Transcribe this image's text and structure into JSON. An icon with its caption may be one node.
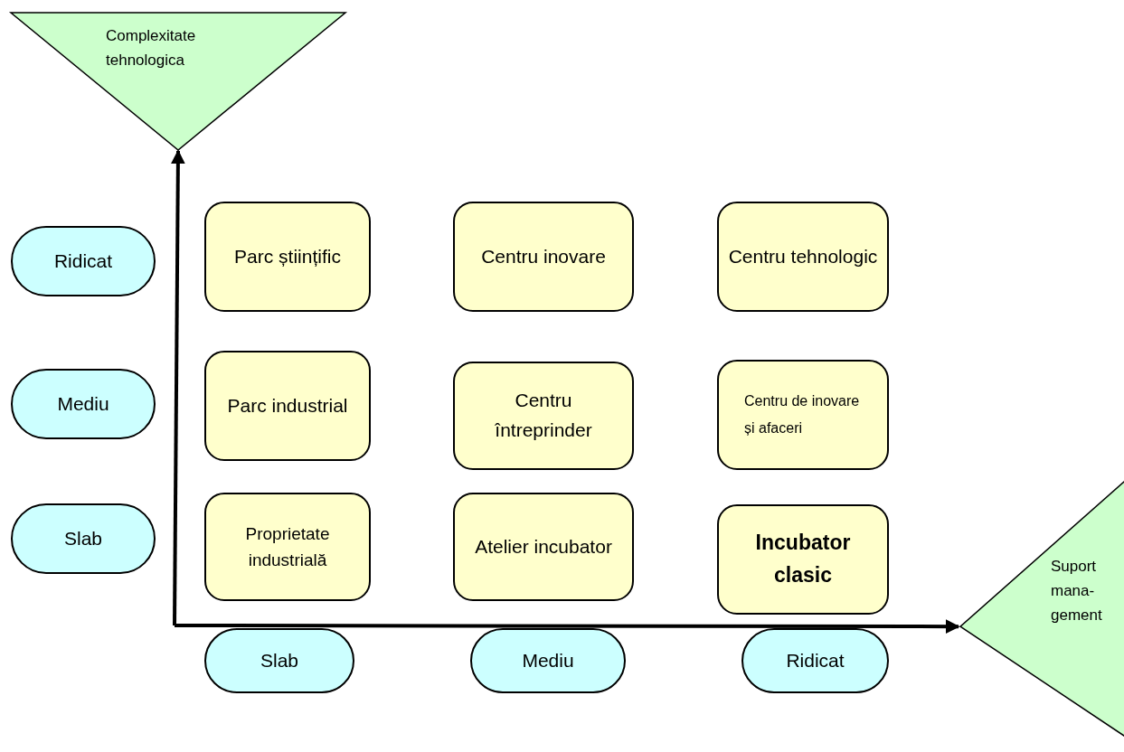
{
  "diagram": {
    "nodes": [
      {
        "text": [
          "Complexitate tehnologica"
        ]
      },
      {
        "text": [
          "Ridicat"
        ]
      },
      {
        "text": [
          "Parc științific"
        ]
      },
      {
        "text": [
          "Centru inovare"
        ]
      },
      {
        "text": [
          "Centru tehnologic"
        ]
      },
      {
        "text": [
          "Mediu"
        ]
      },
      {
        "text": [
          "Parc industrial"
        ]
      },
      {
        "text": [
          "Centru întreprinder"
        ]
      },
      {
        "text": [
          "Centru de inovare și afaceri"
        ]
      },
      {
        "text": [
          "Slab"
        ]
      },
      {
        "text": [
          "Proprietate industrială"
        ]
      },
      {
        "text": [
          "Atelier incubator"
        ]
      },
      {
        "text": [
          "Incubator clasic"
        ]
      },
      {
        "text": [
          "Suport mana- gement"
        ]
      },
      {
        "text": [
          "Slab"
        ]
      },
      {
        "text": [
          "Mediu"
        ]
      },
      {
        "text": [
          "Ridicat"
        ]
      }
    ],
    "edges": [
      {
        "from": null,
        "to": 0,
        "arrow": "to"
      },
      {
        "from": null,
        "to": 13,
        "arrow": "to"
      }
    ]
  }
}
